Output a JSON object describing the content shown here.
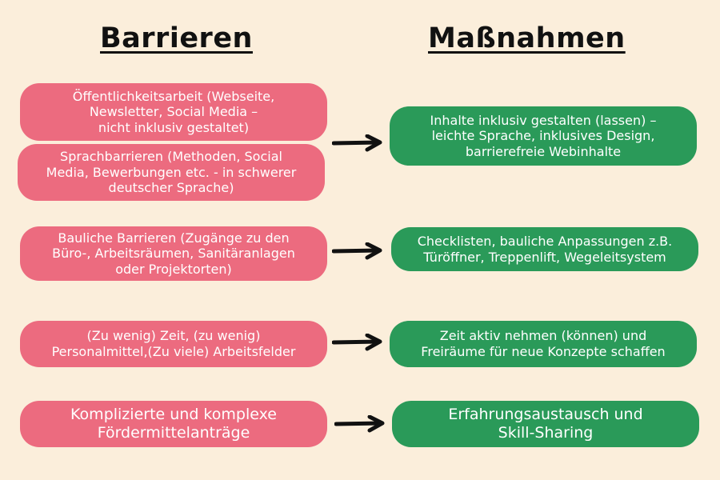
{
  "headings": {
    "left": "Barrieren",
    "right": "Maßnahmen"
  },
  "rows": [
    {
      "barriers": [
        "Öffentlichkeitsarbeit (Webseite,\nNewsletter, Social Media –\nnicht inklusiv gestaltet)",
        "Sprachbarrieren (Methoden, Social\nMedia, Bewerbungen etc. - in schwerer\ndeutscher Sprache)"
      ],
      "measure": "Inhalte inklusiv gestalten (lassen) –\nleichte Sprache, inklusives Design,\nbarrierefreie Webinhalte"
    },
    {
      "barriers": [
        "Bauliche Barrieren (Zugänge zu den\nBüro-, Arbeitsräumen, Sanitäranlagen\noder Projektorten)"
      ],
      "measure": "Checklisten, bauliche Anpassungen z.B.\nTüröffner, Treppenlift, Wegeleitsystem"
    },
    {
      "barriers": [
        "(Zu wenig) Zeit, (zu wenig)\nPersonalmittel,(Zu viele) Arbeitsfelder"
      ],
      "measure": "Zeit aktiv nehmen (können) und\nFreiräume für neue Konzepte schaffen"
    },
    {
      "barriers": [
        "Komplizierte und komplexe\nFördermittelanträge"
      ],
      "measure": "Erfahrungsaustausch und\nSkill-Sharing"
    }
  ],
  "colors": {
    "background": "#fbeedb",
    "barrier_box": "#ec6b7f",
    "measure_box": "#2a9a59",
    "text_on_box": "#ffffff",
    "heading": "#111111",
    "arrow": "#111111"
  },
  "icons": {
    "connector": "right-arrow-icon"
  }
}
